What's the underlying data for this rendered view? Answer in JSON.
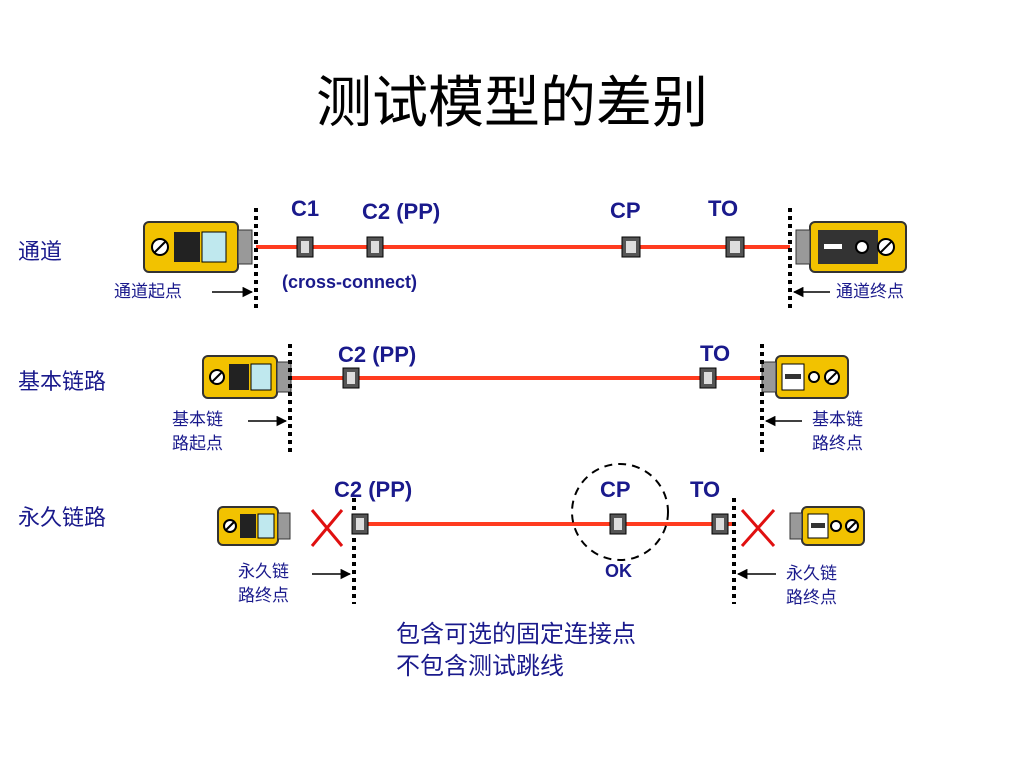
{
  "title": "测试模型的差别",
  "rows": {
    "channel": {
      "label": "通道",
      "start": "通道起点",
      "end": "通道终点",
      "c1": "C1",
      "c2": "C2 (PP)",
      "cp": "CP",
      "to": "TO",
      "cross": "(cross-connect)"
    },
    "basic": {
      "label": "基本链路",
      "start_l1": "基本链",
      "start_l2": "路起点",
      "end_l1": "基本链",
      "end_l2": "路终点",
      "c2": "C2 (PP)",
      "to": "TO"
    },
    "permanent": {
      "label": "永久链路",
      "start_l1": "永久链",
      "start_l2": "路终点",
      "end_l1": "永久链",
      "end_l2": "路终点",
      "c2": "C2 (PP)",
      "cp": "CP",
      "to": "TO",
      "ok": "OK"
    }
  },
  "notes": {
    "line1": "包含可选的固定连接点",
    "line2": "不包含测试跳线"
  },
  "colors": {
    "cable": "#ff3b1f",
    "text": "#1a1a8c",
    "device": "#f2c200",
    "cross": "#e01010"
  }
}
